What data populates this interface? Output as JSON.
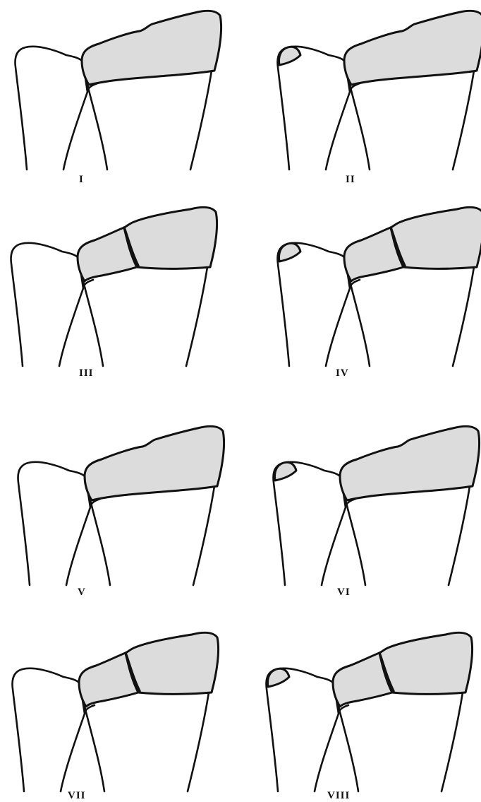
{
  "panels": [
    {
      "id": "p1",
      "label": "I",
      "styloid_fracture": false,
      "intra_articular_split": false
    },
    {
      "id": "p2",
      "label": "II",
      "styloid_fracture": true,
      "intra_articular_split": false
    },
    {
      "id": "p3",
      "label": "III",
      "styloid_fracture": false,
      "intra_articular_split": true
    },
    {
      "id": "p4",
      "label": "IV",
      "styloid_fracture": true,
      "intra_articular_split": true
    },
    {
      "id": "p5",
      "label": "V",
      "styloid_fracture": false,
      "intra_articular_split": false
    },
    {
      "id": "p6",
      "label": "VI",
      "styloid_fracture": true,
      "intra_articular_split": false
    },
    {
      "id": "p7",
      "label": "VII",
      "styloid_fracture": false,
      "intra_articular_split": true
    },
    {
      "id": "p8",
      "label": "VIII",
      "styloid_fracture": true,
      "intra_articular_split": true
    }
  ],
  "colors": {
    "outline": "#111111",
    "fragment_fill": "#dcdcdc",
    "background": "#ffffff"
  }
}
